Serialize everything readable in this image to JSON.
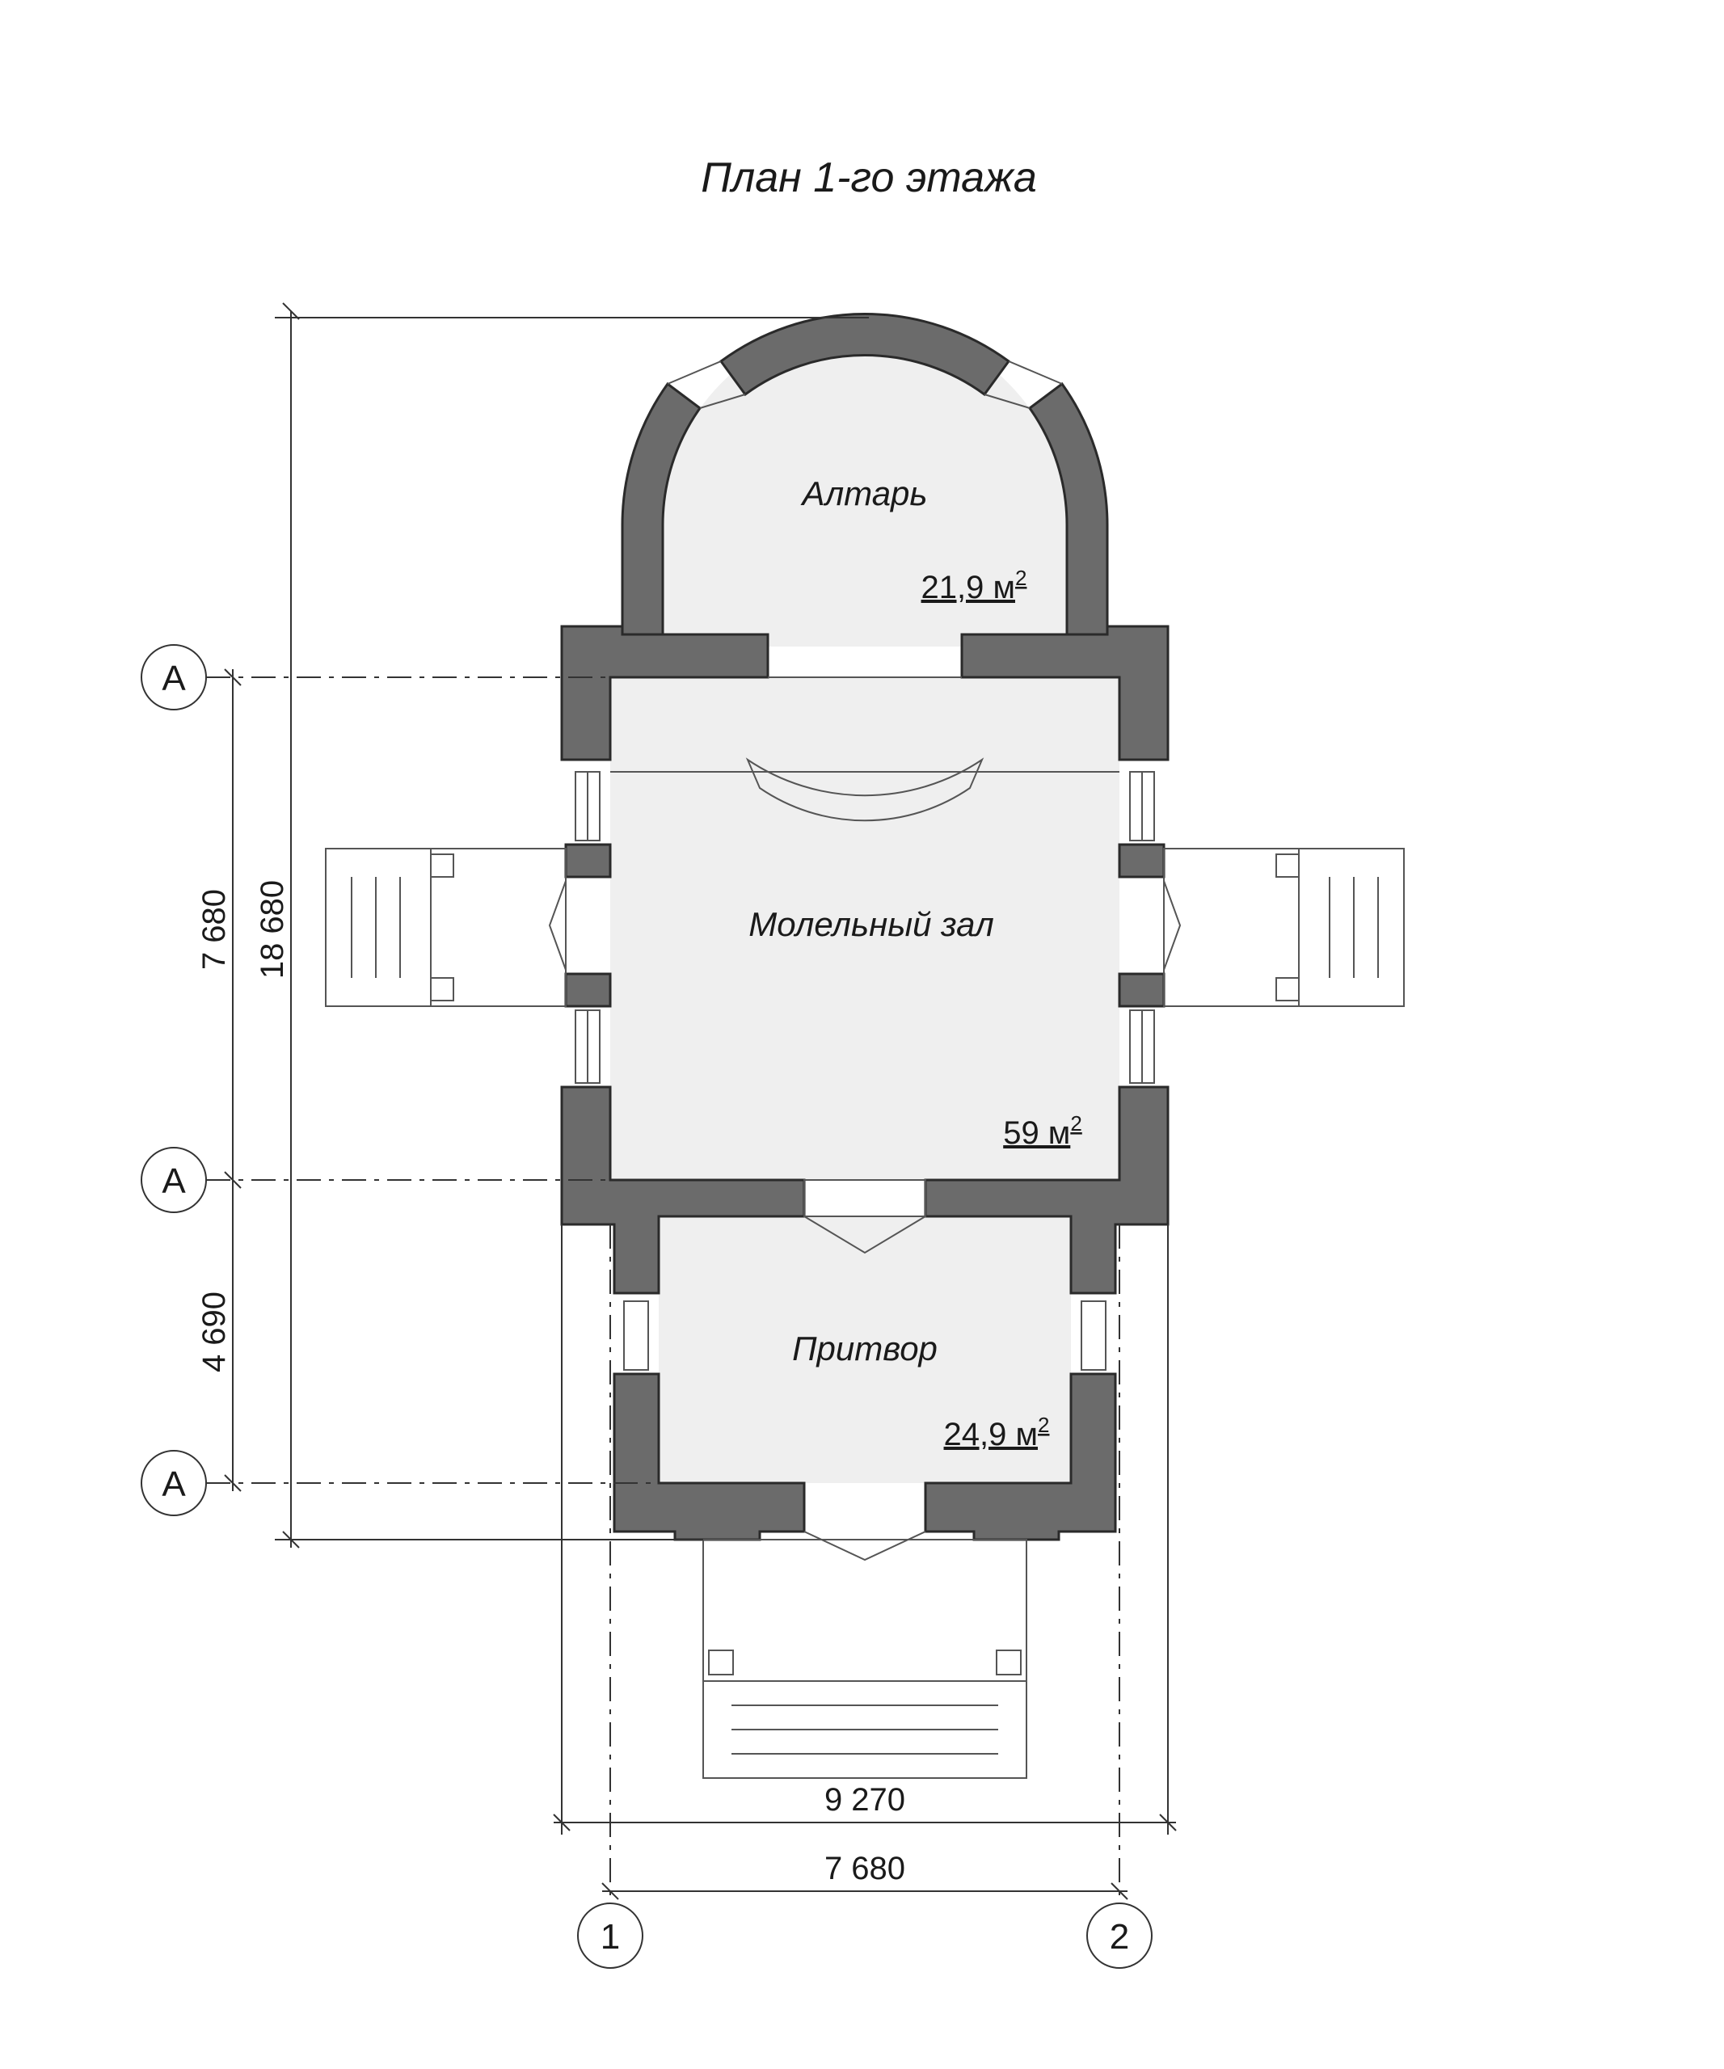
{
  "title": "План 1-го этажа",
  "rooms": {
    "altar": {
      "name": "Алтарь",
      "area": "21,9 м",
      "sup": "2"
    },
    "hall": {
      "name": "Молельный зал",
      "area": "59 м",
      "sup": "2"
    },
    "narthex": {
      "name": "Притвор",
      "area": "24,9 м",
      "sup": "2"
    }
  },
  "dimensions": {
    "vertical_total": "18 680",
    "vertical_hall": "7 680",
    "vertical_narthex": "4 690",
    "horizontal_outer": "9 270",
    "horizontal_axes": "7 680"
  },
  "axes": {
    "rows": [
      "А",
      "А",
      "А"
    ],
    "columns": [
      "1",
      "2"
    ]
  },
  "colors": {
    "wall_fill": "#6b6b6b",
    "wall_stroke": "#2a2a2a",
    "room_fill": "#efefef",
    "line": "#444444"
  }
}
